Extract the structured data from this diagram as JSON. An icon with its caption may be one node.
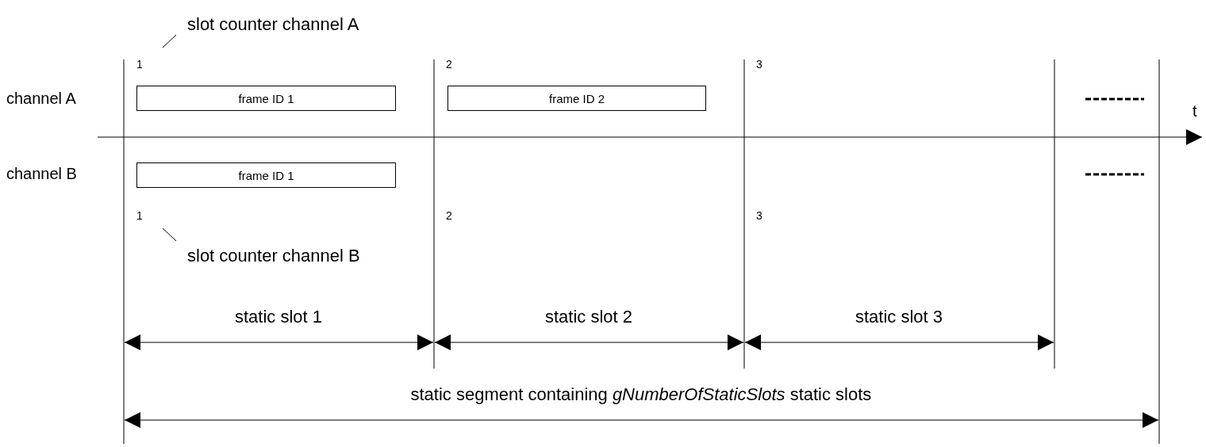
{
  "diagram": {
    "nodes": [
      {
        "text": [
          "slot counter channel A"
        ]
      },
      {
        "text": [
          "frame ID 1"
        ]
      },
      {
        "text": [
          "frame ID 2"
        ]
      },
      {
        "text": [
          "frame ID 1"
        ]
      },
      {
        "text": [
          "slot counter channel B"
        ]
      }
    ],
    "edges": [
      {
        "from": 0,
        "to": null,
        "arrow": "none"
      },
      {
        "from": 4,
        "to": null,
        "arrow": "none"
      }
    ],
    "labels": [
      "1",
      "2",
      "3",
      "channel A",
      "t",
      "channel B",
      "1",
      "2",
      "3",
      "static slot 1",
      "static slot 2",
      "static slot 3",
      "static segment containing *gNumberOfStaticSlots* static slots"
    ]
  }
}
